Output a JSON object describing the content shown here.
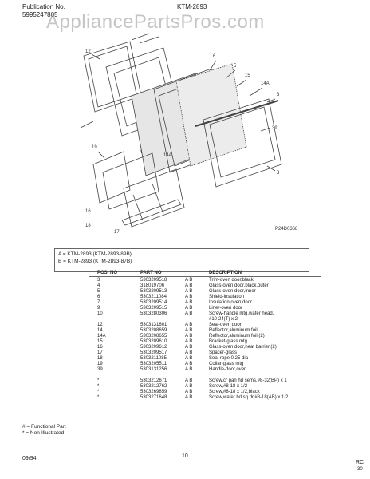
{
  "header": {
    "publication_label": "Publication No.",
    "publication_no": "5995247805",
    "model": "KTM-2893"
  },
  "watermark": "AppliancePartsPros.com",
  "diagram": {
    "callouts": [
      "12",
      "6",
      "5",
      "15",
      "14A",
      "3",
      "4",
      "39",
      "19",
      "14A",
      "16",
      "18",
      "17"
    ],
    "figure_code": "P24D0368"
  },
  "models": [
    {
      "key": "A",
      "text": "= KTM-2893 (KTM-2893-89B)"
    },
    {
      "key": "B",
      "text": "= KTM-2893 (KTM-2893-87B)"
    }
  ],
  "table": {
    "headers": [
      "POS. NO",
      "PART NO",
      "",
      "DESCRIPTION"
    ],
    "rows": [
      [
        "3",
        "5303209518",
        "A B",
        "Trim-oven door,black"
      ],
      [
        "4",
        "318019706",
        "A B",
        "Glass-oven door,black,outer"
      ],
      [
        "5",
        "5303209513",
        "A B",
        "Glass-oven door,inner"
      ],
      [
        "6",
        "5303211084",
        "A B",
        "Shield-insulation"
      ],
      [
        "7",
        "5303209514",
        "A B",
        "Insulation,oven door"
      ],
      [
        "9",
        "5303209515",
        "A B",
        "Liner-oven door"
      ],
      [
        "10",
        "5303280306",
        "A B",
        "Screw-handle mtg,wafer head,"
      ],
      [
        "",
        "",
        "",
        "#10-24(T) x 2"
      ],
      [
        "12",
        "5303131601",
        "A B",
        "Seal-oven door"
      ],
      [
        "14",
        "5303208659",
        "A B",
        "Reflector,aluminum foil"
      ],
      [
        "14A",
        "5303208655",
        "A B",
        "Reflector,aluminum foil,(2)"
      ],
      [
        "15",
        "5303209610",
        "A B",
        "Bracket-glass mtg"
      ],
      [
        "16",
        "5303209612",
        "A B",
        "Glass-oven door,heat barrier,(2)"
      ],
      [
        "17",
        "5303209517",
        "A B",
        "Spacer-glass"
      ],
      [
        "18",
        "5303211085",
        "A B",
        "Seal-rope 0.25 dia"
      ],
      [
        "19",
        "5303205511",
        "A B",
        "Collar-glass mtg"
      ],
      [
        "39",
        "5303131256",
        "A B",
        "Handle-door,oven"
      ],
      [
        "",
        "",
        "",
        ""
      ],
      [
        "*",
        "5303212671",
        "A B",
        "Screw,cr pan hd sems,#8-32(BP) x 1"
      ],
      [
        "*",
        "5303212762",
        "A B",
        "Screw,#8-18 x 1/2"
      ],
      [
        "*",
        "5303269859",
        "A B",
        "Screw,#8-18 x 1/2,black"
      ],
      [
        "*",
        "5303271648",
        "A B",
        "Screw,wafer hd sq dr,#8-18(AB) x 1/2"
      ]
    ]
  },
  "legend": [
    "# = Functional Part",
    "* = Non-Illustrated"
  ],
  "footer": {
    "date": "09/94",
    "page": "10",
    "code": "RC",
    "code2": "30"
  }
}
